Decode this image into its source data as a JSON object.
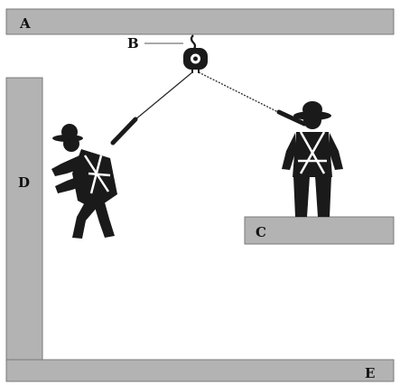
{
  "labels": {
    "ceiling": "A",
    "anchor": "B",
    "platform": "C",
    "wall": "D",
    "floor": "E"
  },
  "colors": {
    "surface": "#b3b3b3",
    "surface_edge": "#7a7a7a",
    "figure": "#1a1a1a",
    "harness": "#ffffff",
    "line": "#2a2a2a"
  },
  "icons": {
    "anchor_device": "retractable-lifeline-icon",
    "left_worker": "falling-worker-icon",
    "right_worker": "standing-worker-icon"
  }
}
